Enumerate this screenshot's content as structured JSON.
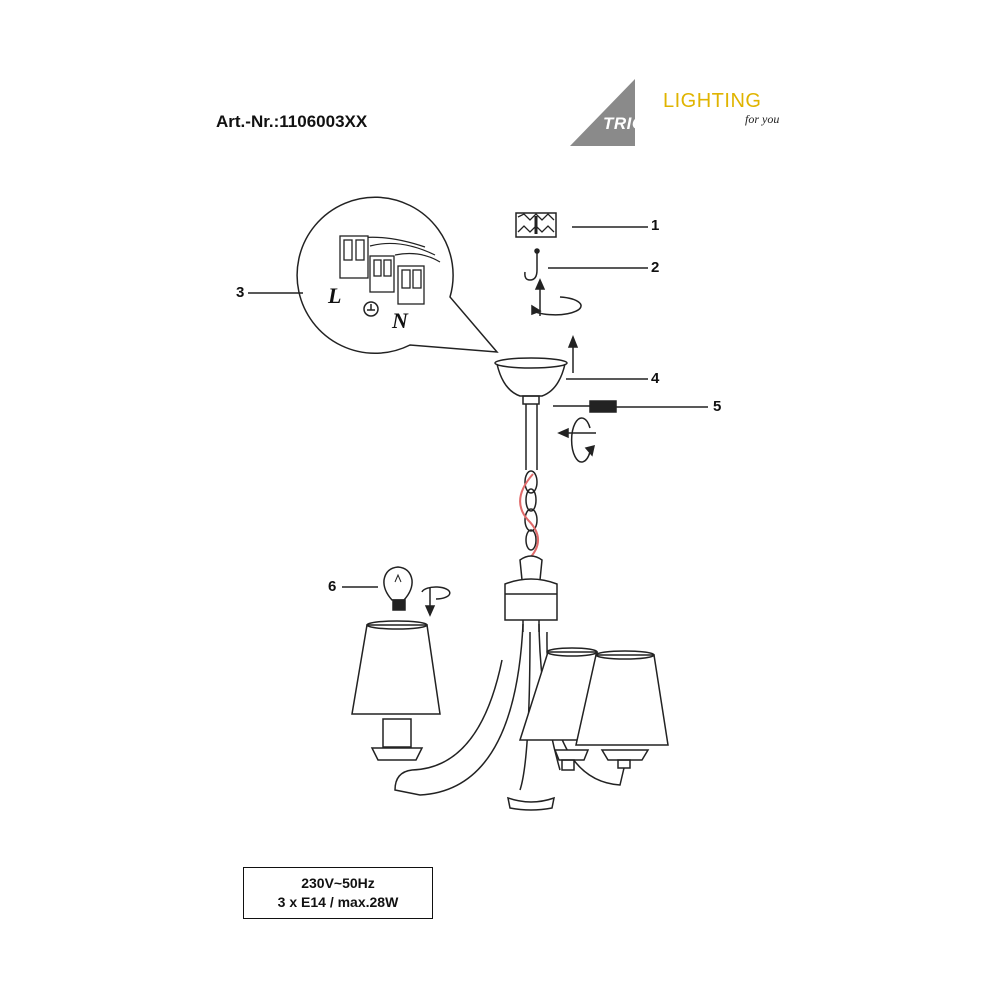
{
  "header": {
    "article_number": "Art.-Nr.:1106003XX"
  },
  "logo": {
    "brand": "TRIO",
    "tagline_main": "LIGHTING",
    "tagline_sub": "for you",
    "accent_color": "#e0b400"
  },
  "callouts": {
    "one": "1",
    "two": "2",
    "three": "3",
    "four": "4",
    "five": "5",
    "six": "6"
  },
  "terminal": {
    "live": "L",
    "neutral": "N"
  },
  "spec": {
    "voltage": "230V~50Hz",
    "bulbs": "3 x E14 / max.28W"
  },
  "colors": {
    "wire_red": "#e06a6a"
  }
}
